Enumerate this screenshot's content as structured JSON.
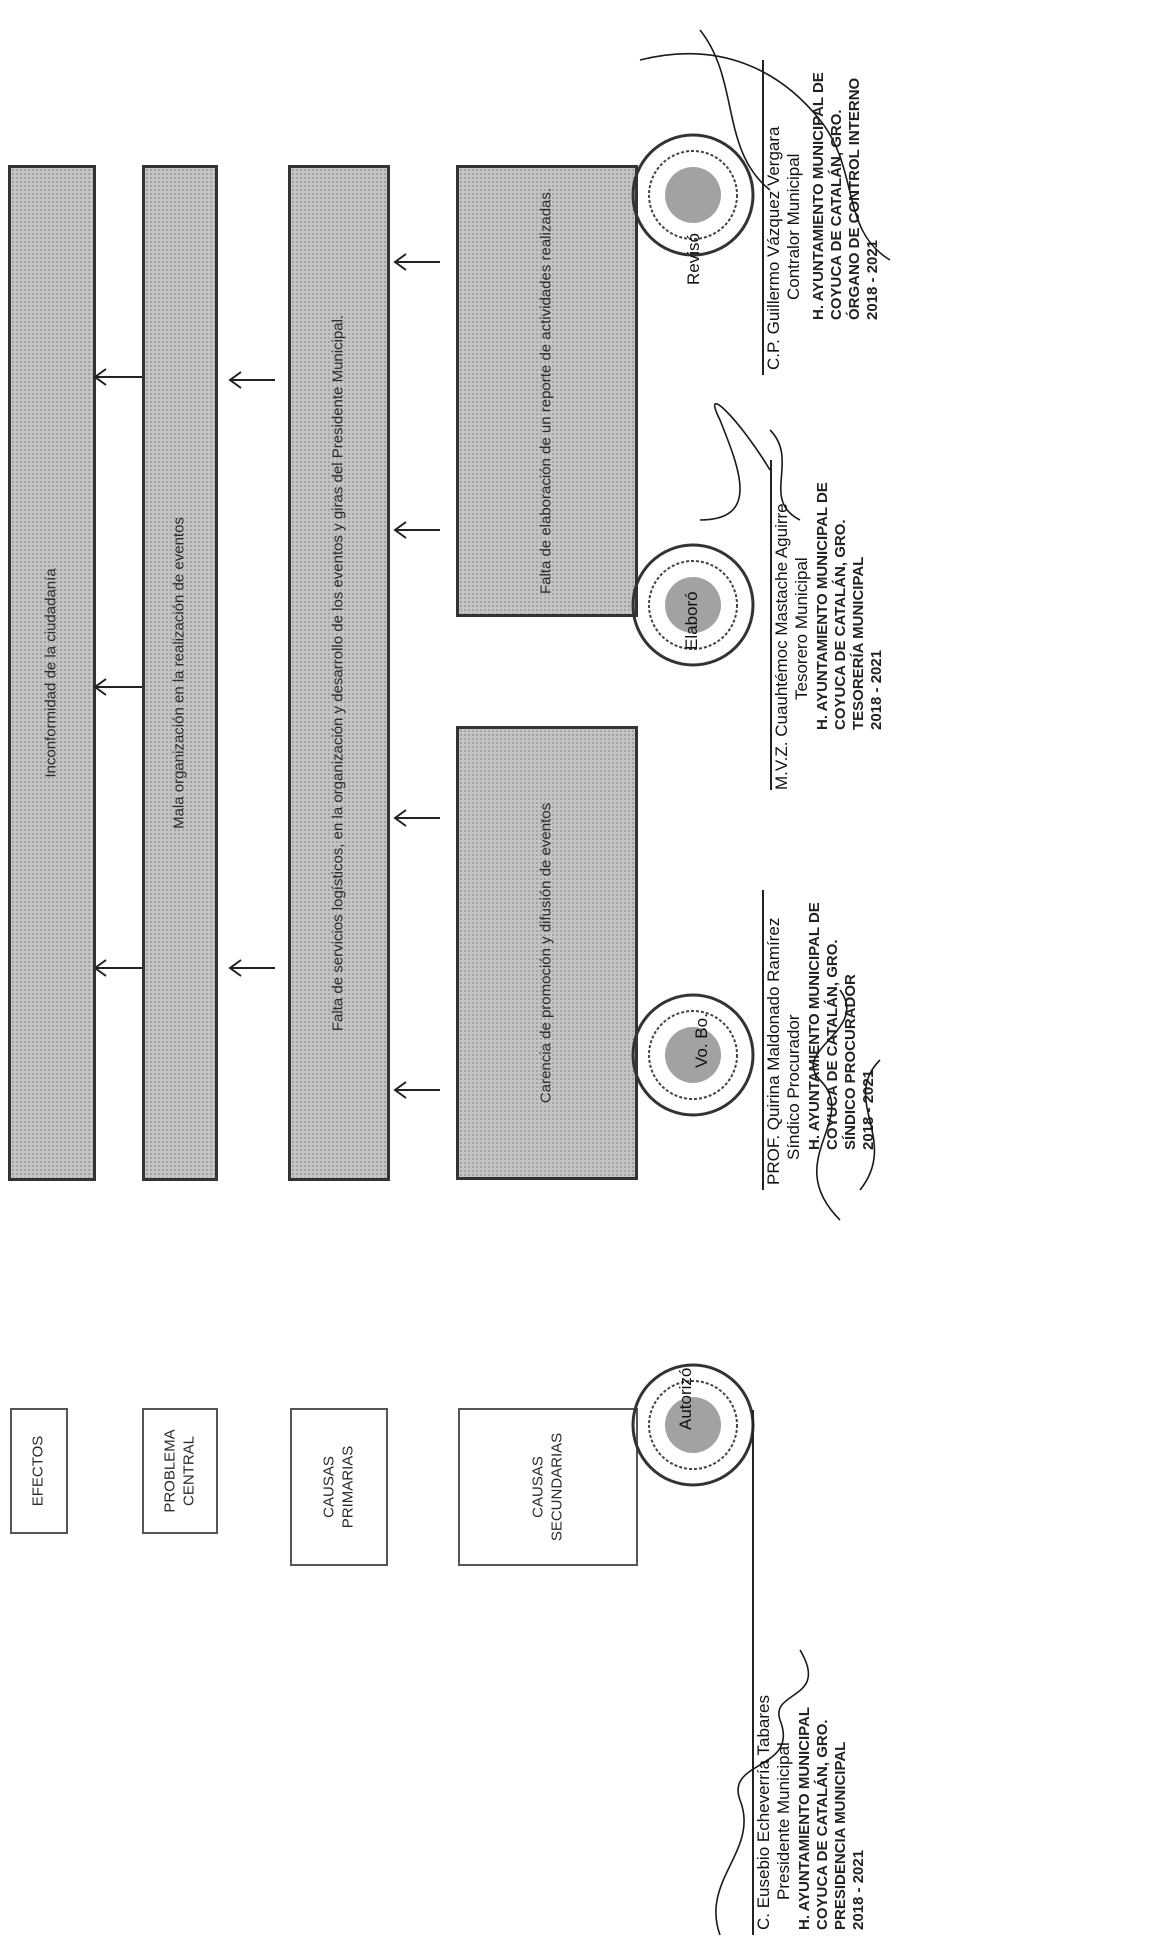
{
  "labels": {
    "efectos": "EFECTOS",
    "problema_central_1": "PROBLEMA",
    "problema_central_2": "CENTRAL",
    "causas_primarias_1": "CAUSAS",
    "causas_primarias_2": "PRIMARIAS",
    "causas_secundarias_1": "CAUSAS",
    "causas_secundarias_2": "SECUNDARIAS"
  },
  "boxes": {
    "efecto": "Inconformidad  de la ciudadanía",
    "problema": "Mala  organización en la realización de eventos",
    "causa_primaria": "Falta de servicios logísticos, en la organización y desarrollo de los eventos y giras del Presidente Municipal.",
    "causa_secundaria_1": "Carencia de promoción y difusión de eventos",
    "causa_secundaria_2": "Falta de elaboración de un reporte de actividades realizadas."
  },
  "signatures": {
    "autorizo": {
      "name": "C. Eusebio Echeverría Tabares",
      "role": "Presidente Municipal",
      "action": "Autorizó",
      "seal_lines": [
        "H. AYUNTAMIENTO MUNICIPAL",
        "COYUCA DE CATALÁN, GRO.",
        "PRESIDENCIA MUNICIPAL",
        "2018 - 2021"
      ]
    },
    "sindico": {
      "name": "PROF. Quirina Maldonado Ramírez",
      "role": "Síndico Procurador",
      "action": "Vo. Bo.",
      "seal_lines": [
        "H. AYUNTAMIENTO MUNICIPAL DE",
        "COYUCA DE CATALÁN, GRO.",
        "SÍNDICO PROCURADOR",
        "2018 - 2021"
      ]
    },
    "elaboro": {
      "name": "M.V.Z. Cuauhtémoc Mastache Aguirre",
      "role": "Tesorero Municipal",
      "action": "Elaboró",
      "seal_lines": [
        "H. AYUNTAMIENTO MUNICIPAL DE",
        "COYUCA DE CATALÁN, GRO.",
        "TESORERÍA MUNICIPAL",
        "2018 - 2021"
      ]
    },
    "reviso": {
      "name": "C.P. Guillermo Vázquez Vergara",
      "role": "Contralor Municipal",
      "action": "Revisó",
      "seal_lines": [
        "H. AYUNTAMIENTO MUNICIPAL DE",
        "COYUCA DE CATALÁN, GRO.",
        "ÓRGANO DE CONTROL INTERNO",
        "2018 - 2021"
      ]
    }
  },
  "colors": {
    "box_fill": "#c4c4c4",
    "border": "#333333"
  }
}
